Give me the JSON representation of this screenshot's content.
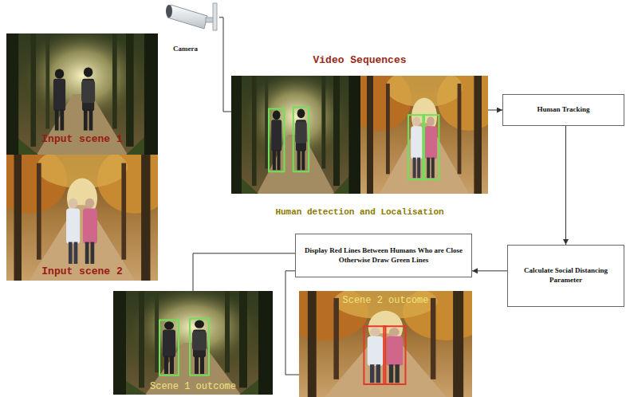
{
  "diagram": {
    "nodes": [
      {
        "text": [
          "Input scene 1"
        ]
      },
      {
        "text": [
          "Input scene 2"
        ]
      },
      {
        "text": [
          "Camera"
        ]
      },
      {
        "text": [
          "Video Sequences",
          "Human detection and Localisation"
        ]
      },
      {
        "text": [
          "Human Tracking"
        ]
      },
      {
        "text": [
          "Calculate Social Distancing Parameter"
        ]
      },
      {
        "text": [
          "Display Red Lines Between Humans Who are Close Otherwise Draw Green Lines"
        ]
      },
      {
        "text": [
          "Scene 1 outcome"
        ]
      },
      {
        "text": [
          "Scene 2 outcome"
        ]
      }
    ],
    "edges": [
      {
        "from": 2,
        "to": 3,
        "arrow": "none"
      },
      {
        "from": 3,
        "to": 4,
        "arrow": "to"
      },
      {
        "from": 4,
        "to": 5,
        "arrow": "to"
      },
      {
        "from": 5,
        "to": 6,
        "arrow": "to"
      },
      {
        "from": 6,
        "to": 7,
        "arrow": "none"
      },
      {
        "from": 6,
        "to": 8,
        "arrow": "none"
      }
    ]
  }
}
